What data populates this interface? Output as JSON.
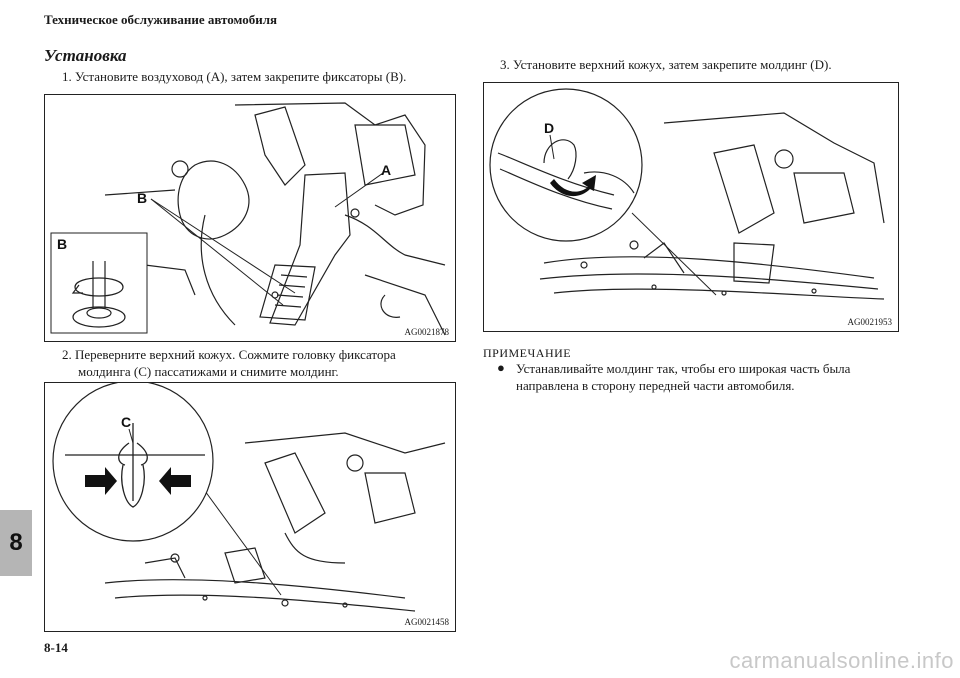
{
  "header": {
    "title": "Техническое обслуживание автомобиля"
  },
  "section": {
    "title": "Установка"
  },
  "steps": [
    {
      "text": "1. Установите воздуховод (A), затем закрепите фиксаторы (B)."
    },
    {
      "line1": "2. Переверните верхний кожух. Сожмите головку фиксатора",
      "line2": "молдинга (C) пассатижами и снимите молдинг."
    },
    {
      "text": "3. Установите верхний кожух, затем закрепите молдинг (D)."
    }
  ],
  "figures": [
    {
      "id": "AG0021878",
      "labels": [
        "A",
        "B",
        "B"
      ]
    },
    {
      "id": "AG0021458",
      "labels": [
        "C"
      ]
    },
    {
      "id": "AG0021953",
      "labels": [
        "D"
      ]
    }
  ],
  "note": {
    "title": "ПРИМЕЧАНИЕ",
    "bullet": "●",
    "line1": "Устанавливайте молдинг так, чтобы его широкая часть была",
    "line2": "направлена в сторону передней части автомобиля."
  },
  "chapter_tab": "8",
  "page_number": "8-14",
  "watermark": "carmanualsonline.info"
}
